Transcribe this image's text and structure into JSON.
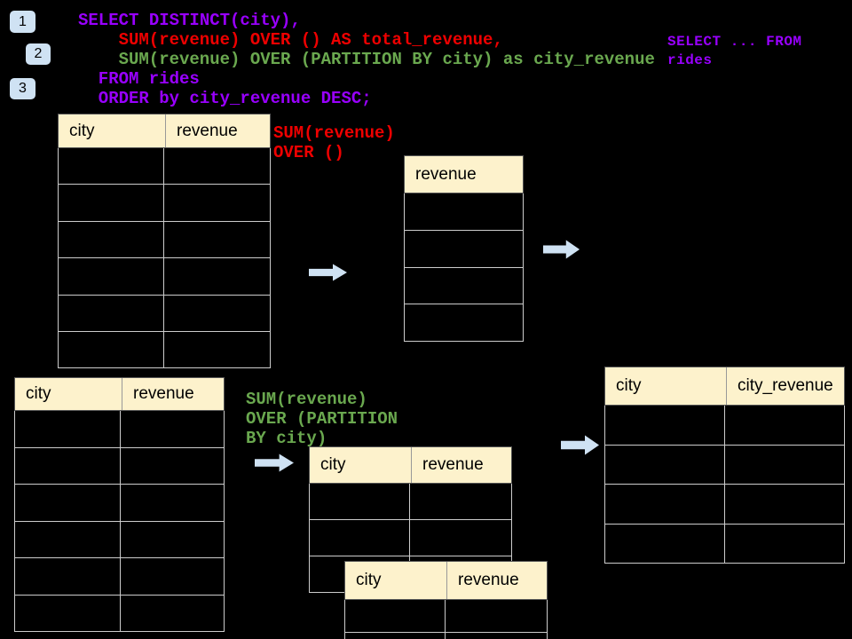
{
  "colors": {
    "purple": "#9900ff",
    "red": "#ee0000",
    "green": "#6aa84f",
    "header_bg": "#fdf2cc",
    "arrow_blue": "#cfe2f3",
    "badge_bg": "#cfe2f3",
    "grid_gray": "#cccccc",
    "header_border": "#555555"
  },
  "steps": [
    {
      "label": "1"
    },
    {
      "label": "2"
    },
    {
      "label": "3"
    }
  ],
  "sql_code": {
    "lines": [
      {
        "text": "SELECT DISTINCT(city),",
        "color": "purple",
        "indent": 0
      },
      {
        "text": "SUM(revenue) OVER () AS total_revenue,",
        "color": "red",
        "indent": 4
      },
      {
        "text": "SUM(revenue) OVER (PARTITION BY city) as city_revenue",
        "color": "green",
        "indent": 4
      },
      {
        "text": "FROM rides",
        "color": "purple",
        "indent": 2
      },
      {
        "text": "ORDER by city_revenue DESC;",
        "color": "purple",
        "indent": 2
      }
    ]
  },
  "side_code": {
    "color": "purple",
    "lines": [
      "SELECT ... FROM",
      "rides"
    ]
  },
  "annotation_total": {
    "color": "red",
    "lines": [
      "SUM(revenue)",
      "OVER ()"
    ]
  },
  "annotation_partition": {
    "color": "green",
    "lines": [
      "SUM(revenue)",
      "OVER (PARTITION",
      "BY city)"
    ]
  },
  "tables": {
    "source_top": {
      "headers": [
        "city",
        "revenue"
      ],
      "empty_rows": 6
    },
    "total_result": {
      "headers": [
        "revenue"
      ],
      "empty_rows": 4
    },
    "source_bottom": {
      "headers": [
        "city",
        "revenue"
      ],
      "empty_rows": 6
    },
    "partition_mid": {
      "headers": [
        "city",
        "revenue"
      ],
      "empty_rows": 3
    },
    "partition_overlay": {
      "headers": [
        "city",
        "revenue"
      ],
      "empty_rows": 2
    },
    "city_revenue_result": {
      "headers": [
        "city",
        "city_revenue"
      ],
      "empty_rows": 4
    }
  },
  "icons": {
    "flow_arrow": "right-arrow"
  }
}
